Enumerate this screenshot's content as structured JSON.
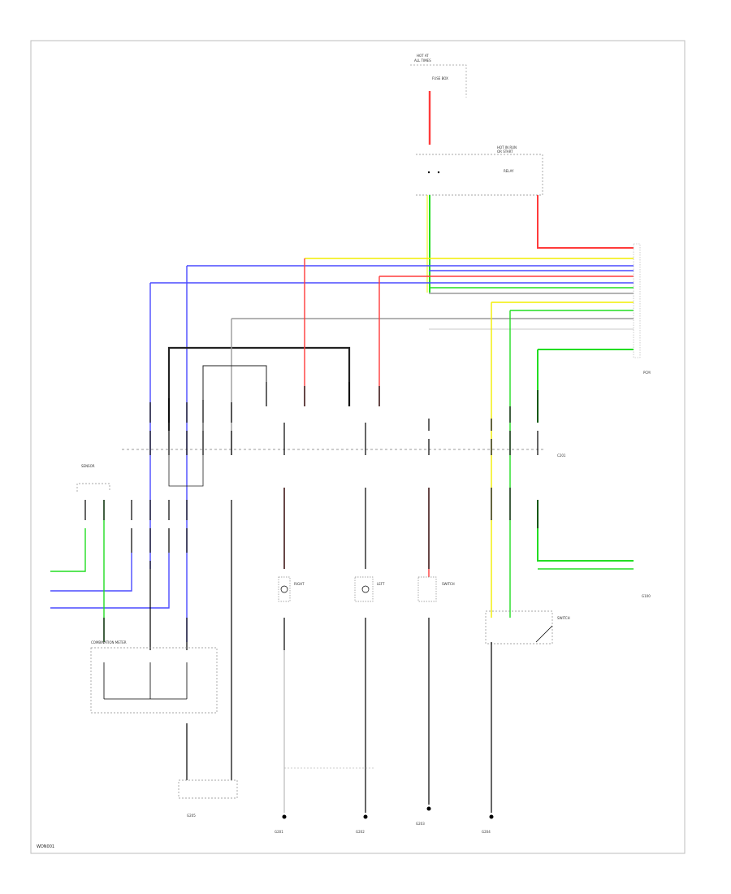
{
  "wire_colors": {
    "red": "#ff3b3b",
    "green": "#22dd22",
    "blue": "#4a4aff",
    "yellow": "#f2ee00",
    "black": "#222222",
    "gray": "#9a9a9a",
    "lightgray": "#c8c8c8"
  },
  "labels": {
    "top_fuse_line1": "HOT AT",
    "top_fuse_line2": "ALL TIMES",
    "top_fuse_text": "FUSE BOX",
    "top_box_line1": "HOT IN RUN",
    "top_box_line2": "OR START",
    "top_box_text": "RELAY",
    "right_connector": "PCM",
    "mid_connector": "C201",
    "left_sensor": "SENSOR",
    "component_center": "COMBINATION METER",
    "component_left1": "RIGHT",
    "component_left2": "LEFT",
    "component_right": "SWITCH",
    "right_ground_label": "G100",
    "footer_code": "WDN001",
    "ground_1": "G201",
    "ground_2": "G202",
    "ground_3": "G203",
    "ground_4": "G204",
    "ground_5": "G205"
  }
}
